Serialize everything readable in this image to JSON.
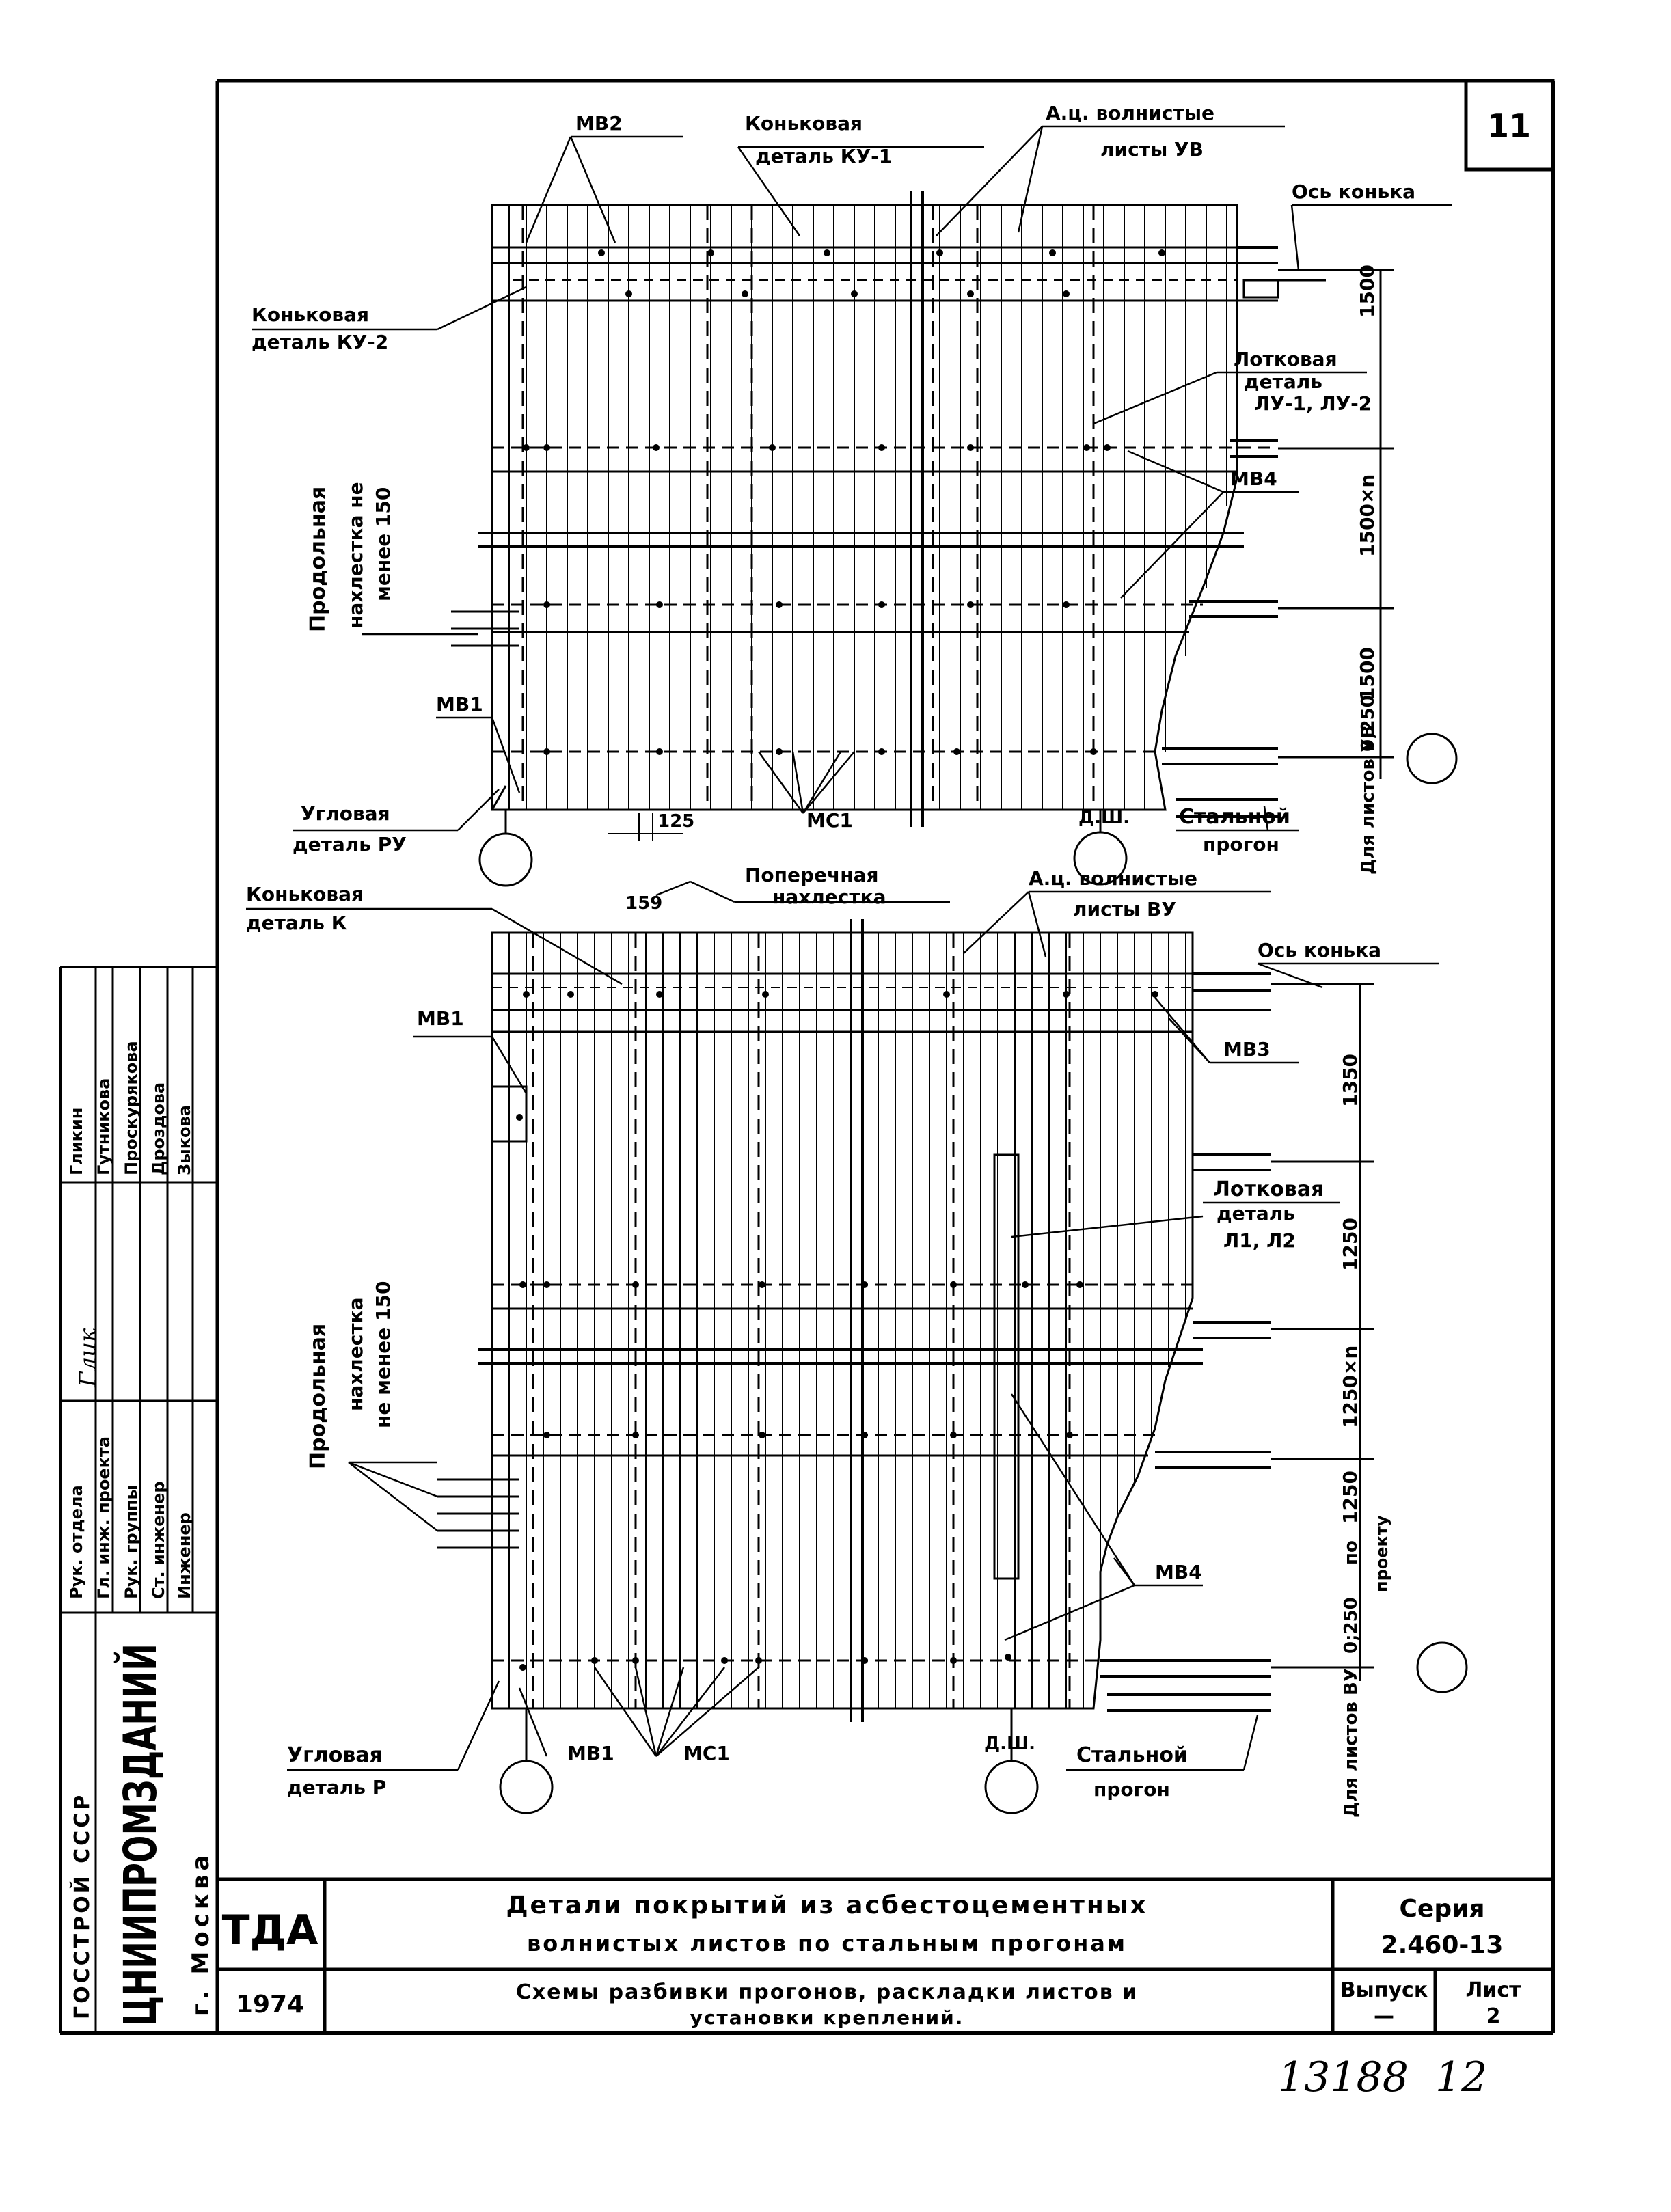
{
  "sheet_number": "11",
  "archive_number": "13188",
  "archive_page": "12",
  "top_diagram": {
    "labels": {
      "mv2": "МВ2",
      "ridge_detail": "Коньковая",
      "ridge_detail_2": "деталь КУ-1",
      "sheets": "А.ц. волнистые",
      "sheets_2": "листы УВ",
      "ridge_axis": "Ось конька",
      "ridge_detail_ku2": "Коньковая",
      "ridge_detail_ku2_2": "деталь КУ-2",
      "gutter_detail": "Лотковая",
      "gutter_detail_2": "деталь",
      "gutter_detail_3": "ЛУ-1, ЛУ-2",
      "mv4": "МВ4",
      "longitudinal": "Продольная",
      "longitudinal_2": "нахлестка не",
      "longitudinal_3": "менее 150",
      "mv1": "МВ1",
      "corner_detail": "Угловая",
      "corner_detail_2": "деталь РУ",
      "dim_125": "125",
      "mc1": "МС1",
      "dsh": "Д.Ш.",
      "steel_purlin": "Стальной",
      "steel_purlin_2": "прогон",
      "dim_a": "1500",
      "dim_b": "1500×n",
      "dim_c": "1500",
      "dim_d": "0;250",
      "dim_note": "Для листов УВ"
    }
  },
  "bottom_diagram": {
    "labels": {
      "transverse": "Поперечная",
      "transverse_2": "нахлестка",
      "dim_159": "159",
      "ridge_detail": "Коньковая",
      "ridge_detail_2": "деталь К",
      "sheets": "А.ц. волнистые",
      "sheets_2": "листы ВУ",
      "ridge_axis": "Ось конька",
      "mv1_top": "МВ1",
      "mv3": "МВ3",
      "gutter_detail": "Лотковая",
      "gutter_detail_2": "деталь",
      "gutter_detail_3": "Л1, Л2",
      "longitudinal": "Продольная",
      "longitudinal_2": "нахлестка",
      "longitudinal_3": "не менее 150",
      "mv4": "МВ4",
      "corner_detail": "Угловая",
      "corner_detail_2": "деталь Р",
      "mv1": "МВ1",
      "mc1": "МС1",
      "dsh": "Д.Ш.",
      "steel_purlin": "Стальной",
      "steel_purlin_2": "прогон",
      "dim_a": "1350",
      "dim_b": "1250",
      "dim_c": "1250×n",
      "dim_d": "1250",
      "dim_e": "0;250",
      "dim_f": "по",
      "dim_g": "проекту",
      "dim_note": "Для листов ВУ"
    }
  },
  "side_stamp": {
    "org_top": "ГОССТРОЙ  СССР",
    "org_name": "ЦНИИПРОМЗДАНИЙ",
    "org_city": "г. Москва",
    "roles": [
      "Рук. отдела",
      "Гл. инж. проекта",
      "Рук. группы",
      "Ст. инженер",
      "Инженер"
    ],
    "names": [
      "Гликин",
      "Гутникова",
      "Проскурякова",
      "Дроздова",
      "Зыкова"
    ]
  },
  "title_block": {
    "logo": "ТДА",
    "year": "1974",
    "title_line1": "Детали покрытий из асбестоцементных",
    "title_line2": "волнистых листов по стальным прогонам",
    "subtitle_line1": "Схемы разбивки прогонов, раскладки листов и",
    "subtitle_line2": "установки креплений.",
    "series_label": "Серия",
    "series_value": "2.460-13",
    "issue_label": "Выпуск",
    "issue_value": "—",
    "sheet_label": "Лист",
    "sheet_value": "2"
  }
}
